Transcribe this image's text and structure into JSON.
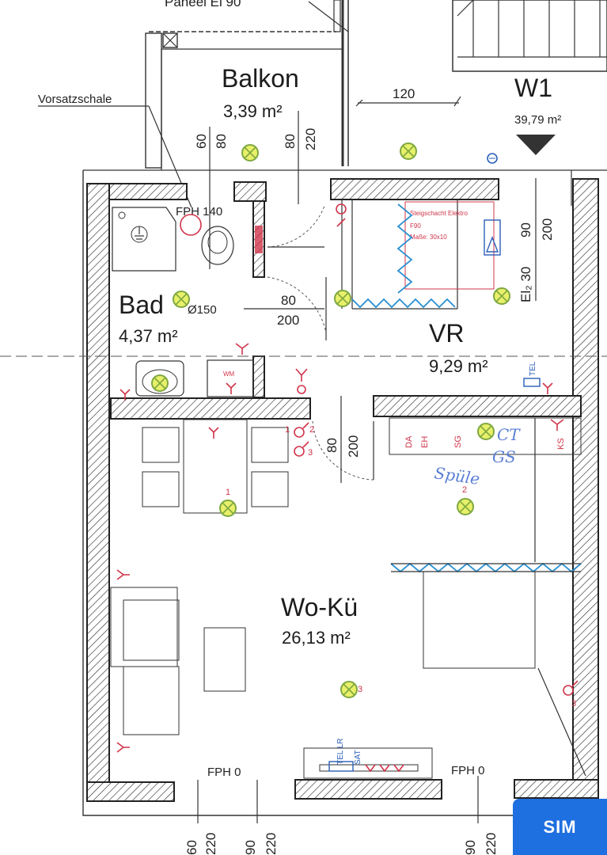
{
  "rooms": {
    "balkon": {
      "name": "Balkon",
      "area": "3,39 m²"
    },
    "w1": {
      "name": "W1",
      "area": "39,79 m²"
    },
    "bad": {
      "name": "Bad",
      "area": "4,37 m²"
    },
    "vr": {
      "name": "VR",
      "area": "9,29 m²"
    },
    "woku": {
      "name": "Wo-Kü",
      "area": "26,13 m²"
    }
  },
  "labels": {
    "top_partial": "Paneel El 90",
    "vorsatzschale": "Vorsatzschale",
    "fph140": "FPH 140",
    "fph0_left": "FPH 0",
    "fph0_right": "FPH 0",
    "pipe": "Ø150",
    "wm": "WM",
    "el2": "El₂ 30",
    "steigschacht_1": "Steigschacht Elektro",
    "steigschacht_2": "F90",
    "steigschacht_3": "Maße: 30x10",
    "tel": "TEL",
    "tel_lr": "TEL LR",
    "sat": "SAT",
    "da": "DA",
    "eh": "EH",
    "sg": "SG",
    "ks": "KS",
    "hand_spuele": "Spüle",
    "hand_ct": "CT",
    "hand_gs": "GS"
  },
  "dims": {
    "d120": "120",
    "d60a": "60",
    "d80a": "80",
    "d80b": "80",
    "d220a": "220",
    "d90a": "90",
    "d200a": "200",
    "d80c": "80",
    "d200b": "200",
    "d80d": "80",
    "d200c": "200",
    "b60": "60",
    "b220a": "220",
    "b90a": "90",
    "b220b": "220",
    "b90b": "90",
    "b220c": "220"
  },
  "markers": {
    "s1": "1",
    "s2": "2",
    "s3": "3",
    "l1": "1",
    "l2": "2",
    "l3": "3",
    "r3": "3"
  },
  "logo": {
    "text": "SIM"
  }
}
